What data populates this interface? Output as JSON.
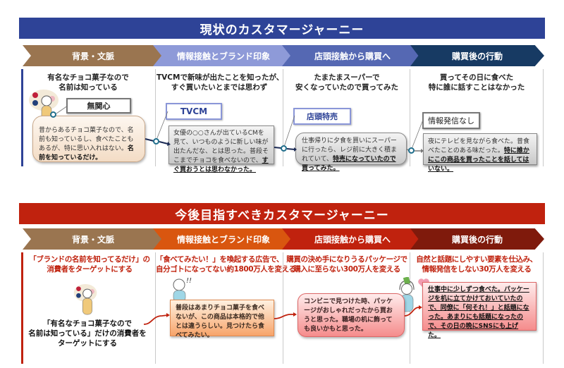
{
  "current": {
    "title": "現状のカスタマージャーニー",
    "accent": "#2e4397",
    "stages": [
      {
        "label": "背景・文脈",
        "color": "#9a7550"
      },
      {
        "label": "情報接触とブランド印象",
        "color": "#8e9ad8"
      },
      {
        "label": "店頭接触から購買へ",
        "color": "#5568b3"
      },
      {
        "label": "購買後の行動",
        "color": "#173a63"
      }
    ],
    "columns": [
      {
        "heading_line1": "有名なチョコ菓子なので",
        "heading_line2": "名前は知っている",
        "tag": "無関心",
        "card_plain": "昔からあるチョコ菓子なので、名前も知っているし、食べたこともあるが、特に思い入れはない。",
        "card_emph": "名前を知っているだけ。"
      },
      {
        "heading_line1": "TVCMで新味が出たことを知ったが、",
        "heading_line2": "すぐ買いたいとまでは思わず",
        "tag": "TVCM",
        "card_plain": "女優の○○さんが出ているCMを見て、いつものように新しい味が出たんだな、とは思った。普段そこまでチョコを食べないので、",
        "card_emph": "すぐ買おうとは思わなかった。"
      },
      {
        "heading_line1": "たまたまスーパーで",
        "heading_line2": "安くなっていたので買ってみた",
        "tag": "店頭特売",
        "card_plain": "仕事帰りに夕食を買いにスーパーに行ったら、レジ前に大きく積まれていて、",
        "card_emph": "特売になっていたので買ってみた。"
      },
      {
        "heading_line1": "買ってその日に食べた",
        "heading_line2": "特に誰に話すことはなかった",
        "tag": "情報発信なし",
        "card_plain": "夜にテレビを見ながら食べた。昔食べたことのある味だった。",
        "card_emph": "特に誰かにこの商品を買ったことを話してはいない。"
      }
    ]
  },
  "future": {
    "title": "今後目指すべきカスタマージャーニー",
    "accent": "#c0220e",
    "stages": [
      {
        "label": "背景・文脈",
        "color": "#9a7550"
      },
      {
        "label": "情報接触とブランド印象",
        "color": "#d9560f"
      },
      {
        "label": "店頭接触から購買へ",
        "color": "#c0220e"
      },
      {
        "label": "購買後の行動",
        "color": "#7f1a0c"
      }
    ],
    "columns": [
      {
        "heading_line1": "「ブランドの名前を知ってるだけ」の",
        "heading_line2": "消費者をターゲットにする",
        "target_line1": "「有名なチョコ菓子なので",
        "target_line2": "名前は知っている」だけの消費者を",
        "target_line3": "ターゲットにする"
      },
      {
        "heading_line1": "「食べてみたい！」を喚起する広告で、",
        "heading_line2": "自分ゴトになってない約1800万人を変える",
        "card": "普段はあまりチョコ菓子を食べないが、この商品は本格的で他とは違うらしい。見つけたら食べてみたい。"
      },
      {
        "heading_line1": "購買の決め手になりうるパッケージで",
        "heading_line2": "購入に至らない300万人を変える",
        "card": "コンビニで見つけた時、パッケージがおしゃれだったから買おうと思った。職場の机に飾っても良いかもと思った。"
      },
      {
        "heading_line1": "自然と話題にしやすい要素を仕込み、",
        "heading_line2": "情報発信をしない30万人を変える",
        "card": "仕事中に少しずつ食べた。パッケージを机に立てかけておいていたので、同僚に「何それ！」と話題になった。あまりにも話題になったので、その日の晩にSNSにも上げた。"
      }
    ]
  },
  "icons": {
    "exclaim": "!!"
  }
}
